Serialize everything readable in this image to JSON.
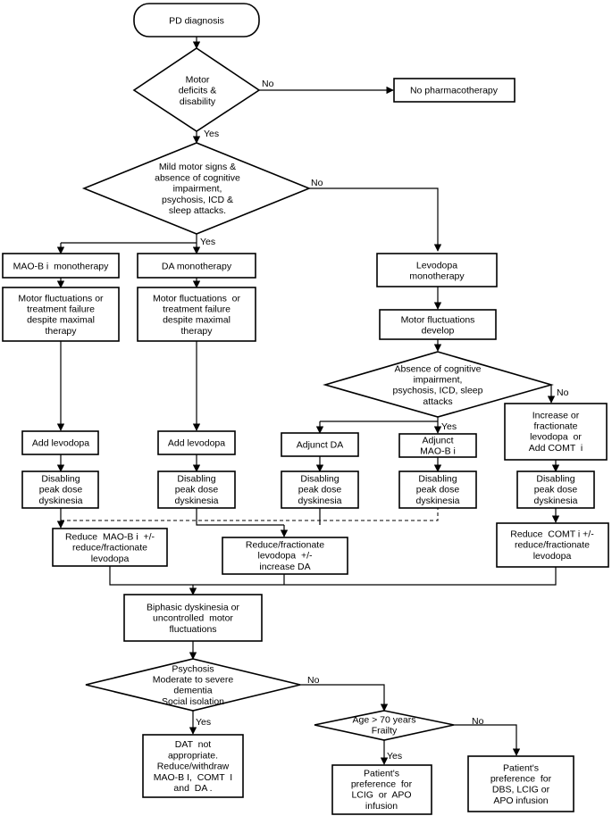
{
  "nodes": {
    "start": {
      "lines": [
        "PD diagnosis"
      ]
    },
    "motor_deficits": {
      "lines": [
        "Motor",
        "deficits &",
        "disability"
      ]
    },
    "no_pharmacotherapy": {
      "lines": [
        "No pharmacotherapy"
      ]
    },
    "mild_signs": {
      "lines": [
        "Mild motor signs &",
        "absence of cognitive",
        "impairment,",
        "psychosis, ICD &",
        "sleep attacks."
      ]
    },
    "maob_mono": {
      "lines": [
        "MAO-B i  monotherapy"
      ]
    },
    "da_mono": {
      "lines": [
        "DA monotherapy"
      ]
    },
    "levodopa_mono": {
      "lines": [
        "Levodopa",
        "monotherapy"
      ]
    },
    "fail_maob": {
      "lines": [
        "Motor fluctuations or",
        "treatment failure",
        "despite maximal",
        "therapy"
      ]
    },
    "fail_da": {
      "lines": [
        "Motor fluctuations  or",
        "treatment failure",
        "despite maximal",
        "therapy"
      ]
    },
    "motor_fluct_develop": {
      "lines": [
        "Motor fluctuations",
        "develop"
      ]
    },
    "absence_cog": {
      "lines": [
        "Absence of cognitive",
        "impairment,",
        "psychosis, ICD, sleep",
        "attacks"
      ]
    },
    "add_levo_1": {
      "lines": [
        "Add levodopa"
      ]
    },
    "add_levo_2": {
      "lines": [
        "Add levodopa"
      ]
    },
    "adjunct_da": {
      "lines": [
        "Adjunct DA"
      ]
    },
    "adjunct_maob": {
      "lines": [
        "Adjunct",
        "MAO-B i"
      ]
    },
    "increase_levo": {
      "lines": [
        "Increase or",
        "fractionate",
        "levodopa  or",
        "Add COMT  i"
      ]
    },
    "dysk_1": {
      "lines": [
        "Disabling",
        "peak dose",
        "dyskinesia"
      ]
    },
    "dysk_2": {
      "lines": [
        "Disabling",
        "peak dose",
        "dyskinesia"
      ]
    },
    "dysk_3": {
      "lines": [
        "Disabling",
        "peak dose",
        "dyskinesia"
      ]
    },
    "dysk_4": {
      "lines": [
        "Disabling",
        "peak dose",
        "dyskinesia"
      ]
    },
    "dysk_5": {
      "lines": [
        "Disabling",
        "peak dose",
        "dyskinesia"
      ]
    },
    "reduce_maob": {
      "lines": [
        "Reduce  MAO-B i  +/-",
        "reduce/fractionate",
        "levodopa"
      ]
    },
    "reduce_levo_da": {
      "lines": [
        "Reduce/fractionate",
        "levodopa  +/-",
        "increase DA"
      ]
    },
    "reduce_comt": {
      "lines": [
        "Reduce  COMT i +/-",
        "reduce/fractionate",
        "levodopa"
      ]
    },
    "biphasic": {
      "lines": [
        "Biphasic dyskinesia or",
        "uncontrolled  motor",
        "fluctuations"
      ]
    },
    "psychosis": {
      "lines": [
        "Psychosis",
        "Moderate to severe",
        "dementia",
        "Social isolation"
      ]
    },
    "dat_not": {
      "lines": [
        "DAT  not",
        "appropriate.",
        "Reduce/withdraw",
        "MAO-B I,  COMT  I",
        "and  DA ."
      ]
    },
    "age_frailty": {
      "lines": [
        "Age > 70 years",
        "Frailty"
      ]
    },
    "lcig_apo": {
      "lines": [
        "Patient's",
        "preference  for",
        "LCIG  or  APO",
        "infusion"
      ]
    },
    "dbs": {
      "lines": [
        "Patient's",
        "preference  for",
        "DBS, LCIG or",
        "APO infusion"
      ]
    }
  },
  "edge_labels": {
    "no_1": "No",
    "yes_1": "Yes",
    "no_2": "No",
    "yes_2": "Yes",
    "no_3": "No",
    "yes_3": "Yes",
    "no_4": "No",
    "yes_4": "Yes",
    "no_5": "No",
    "yes_5": "Yes"
  }
}
